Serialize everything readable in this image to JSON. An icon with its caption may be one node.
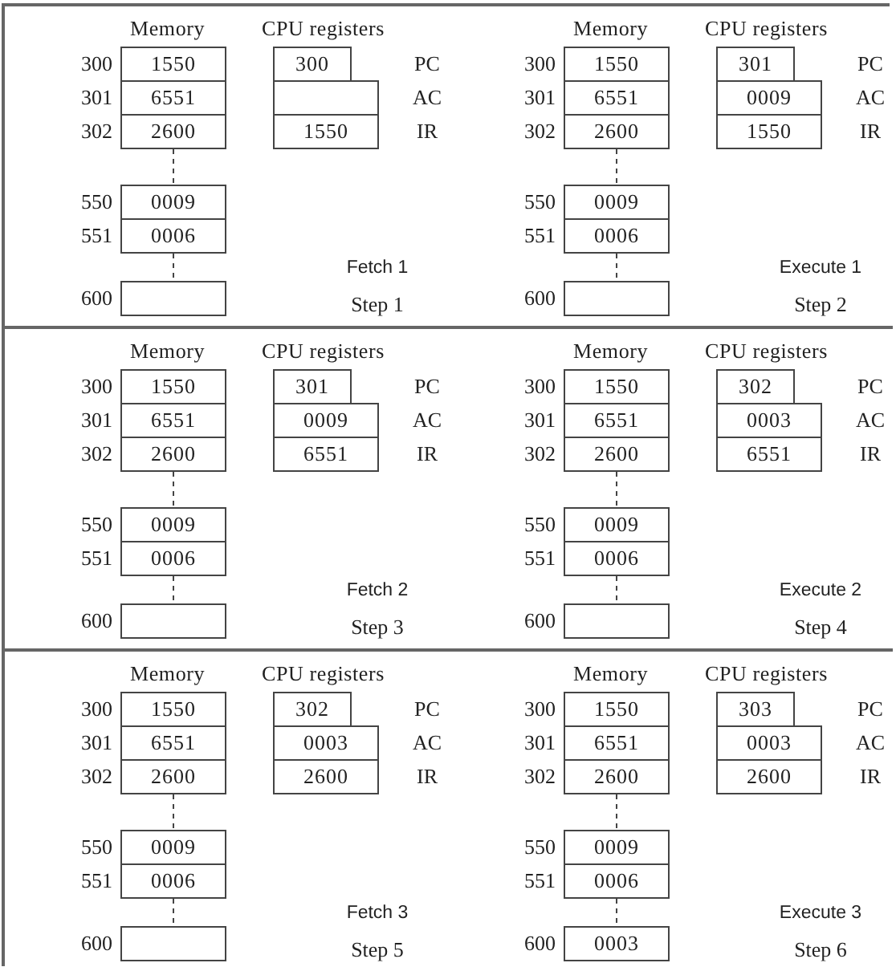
{
  "diagram": {
    "nodes": [
      {
        "text": [
          "Memory",
          "CPU registers",
          "Fetch 1",
          "Step 1"
        ]
      },
      {
        "text": [
          "1550"
        ],
        "in": 0,
        "beside": [
          "300"
        ]
      },
      {
        "text": [
          "6551"
        ],
        "in": 0,
        "beside": [
          "301"
        ]
      },
      {
        "text": [
          "2600"
        ],
        "in": 0,
        "beside": [
          "302"
        ]
      },
      {
        "text": [
          "0009"
        ],
        "in": 0,
        "beside": [
          "550"
        ]
      },
      {
        "text": [
          "0006"
        ],
        "in": 0,
        "beside": [
          "551"
        ]
      },
      {
        "text": [],
        "shape": "box",
        "in": 0,
        "beside": [
          "600"
        ]
      },
      {
        "text": [
          "300"
        ],
        "in": 0
      },
      {
        "text": [],
        "shape": "box",
        "in": 0
      },
      {
        "text": [
          "1550"
        ],
        "in": 0
      },
      {
        "text": [
          "Memory",
          "CPU registers",
          "Execute 1",
          "Step 2"
        ]
      },
      {
        "text": [
          "1550"
        ],
        "in": 10,
        "beside": [
          "300"
        ]
      },
      {
        "text": [
          "6551"
        ],
        "in": 10,
        "beside": [
          "301"
        ]
      },
      {
        "text": [
          "2600"
        ],
        "in": 10,
        "beside": [
          "302"
        ]
      },
      {
        "text": [
          "0009"
        ],
        "in": 10,
        "beside": [
          "550"
        ]
      },
      {
        "text": [
          "0006"
        ],
        "in": 10,
        "beside": [
          "551"
        ]
      },
      {
        "text": [],
        "shape": "box",
        "in": 10,
        "beside": [
          "600"
        ]
      },
      {
        "text": [
          "301"
        ],
        "in": 10
      },
      {
        "text": [
          "0009"
        ],
        "in": 10
      },
      {
        "text": [
          "1550"
        ],
        "in": 10
      },
      {
        "text": [
          "Memory",
          "CPU registers",
          "Fetch 2",
          "Step 3"
        ]
      },
      {
        "text": [
          "1550"
        ],
        "in": 20,
        "beside": [
          "300"
        ]
      },
      {
        "text": [
          "6551"
        ],
        "in": 20,
        "beside": [
          "301"
        ]
      },
      {
        "text": [
          "2600"
        ],
        "in": 20,
        "beside": [
          "302"
        ]
      },
      {
        "text": [
          "0009"
        ],
        "in": 20,
        "beside": [
          "550"
        ]
      },
      {
        "text": [
          "0006"
        ],
        "in": 20,
        "beside": [
          "551"
        ]
      },
      {
        "text": [],
        "shape": "box",
        "in": 20,
        "beside": [
          "600"
        ]
      },
      {
        "text": [
          "301"
        ],
        "in": 20
      },
      {
        "text": [
          "0009"
        ],
        "in": 20
      },
      {
        "text": [
          "6551"
        ],
        "in": 20
      },
      {
        "text": [
          "Memory",
          "CPU registers",
          "Execute 2",
          "Step 4"
        ]
      },
      {
        "text": [
          "1550"
        ],
        "in": 30,
        "beside": [
          "300"
        ]
      },
      {
        "text": [
          "6551"
        ],
        "in": 30,
        "beside": [
          "301"
        ]
      },
      {
        "text": [
          "2600"
        ],
        "in": 30,
        "beside": [
          "302"
        ]
      },
      {
        "text": [
          "0009"
        ],
        "in": 30,
        "beside": [
          "550"
        ]
      },
      {
        "text": [
          "0006"
        ],
        "in": 30,
        "beside": [
          "551"
        ]
      },
      {
        "text": [],
        "shape": "box",
        "in": 30,
        "beside": [
          "600"
        ]
      },
      {
        "text": [
          "302"
        ],
        "in": 30
      },
      {
        "text": [
          "0003"
        ],
        "in": 30
      },
      {
        "text": [
          "6551"
        ],
        "in": 30
      },
      {
        "text": [
          "Memory",
          "CPU registers",
          "Fetch 3",
          "Step 5"
        ]
      },
      {
        "text": [
          "1550"
        ],
        "in": 40,
        "beside": [
          "300"
        ]
      },
      {
        "text": [
          "6551"
        ],
        "in": 40,
        "beside": [
          "301"
        ]
      },
      {
        "text": [
          "2600"
        ],
        "in": 40,
        "beside": [
          "302"
        ]
      },
      {
        "text": [
          "0009"
        ],
        "in": 40,
        "beside": [
          "550"
        ]
      },
      {
        "text": [
          "0006"
        ],
        "in": 40,
        "beside": [
          "551"
        ]
      },
      {
        "text": [],
        "shape": "box",
        "in": 40,
        "beside": [
          "600"
        ]
      },
      {
        "text": [
          "302"
        ],
        "in": 40
      },
      {
        "text": [
          "0003"
        ],
        "in": 40
      },
      {
        "text": [
          "2600"
        ],
        "in": 40
      },
      {
        "text": [
          "Memory",
          "CPU registers",
          "Execute 3",
          "Step 6"
        ]
      },
      {
        "text": [
          "1550"
        ],
        "in": 50,
        "beside": [
          "300"
        ]
      },
      {
        "text": [
          "6551"
        ],
        "in": 50,
        "beside": [
          "301"
        ]
      },
      {
        "text": [
          "2600"
        ],
        "in": 50,
        "beside": [
          "302"
        ]
      },
      {
        "text": [
          "0009"
        ],
        "in": 50,
        "beside": [
          "550"
        ]
      },
      {
        "text": [
          "0006"
        ],
        "in": 50,
        "beside": [
          "551"
        ]
      },
      {
        "text": [
          "0003"
        ],
        "in": 50,
        "beside": [
          "600"
        ]
      },
      {
        "text": [
          "303"
        ],
        "in": 50
      },
      {
        "text": [
          "0003"
        ],
        "in": 50
      },
      {
        "text": [
          "2600"
        ],
        "in": 50
      }
    ],
    "edges": [
      {
        "from": 3,
        "to": 4,
        "arrow": "none",
        "style": "dashed"
      },
      {
        "from": 5,
        "to": 6,
        "arrow": "none",
        "style": "dashed"
      },
      {
        "from": 13,
        "to": 14,
        "arrow": "none",
        "style": "dashed"
      },
      {
        "from": 15,
        "to": 16,
        "arrow": "none",
        "style": "dashed"
      },
      {
        "from": 23,
        "to": 24,
        "arrow": "none",
        "style": "dashed"
      },
      {
        "from": 25,
        "to": 26,
        "arrow": "none",
        "style": "dashed"
      },
      {
        "from": 33,
        "to": 34,
        "arrow": "none",
        "style": "dashed"
      },
      {
        "from": 35,
        "to": 36,
        "arrow": "none",
        "style": "dashed"
      },
      {
        "from": 43,
        "to": 44,
        "arrow": "none",
        "style": "dashed"
      },
      {
        "from": 45,
        "to": 46,
        "arrow": "none",
        "style": "dashed"
      },
      {
        "from": 53,
        "to": 54,
        "arrow": "none",
        "style": "dashed"
      },
      {
        "from": 55,
        "to": 56,
        "arrow": "none",
        "style": "dashed"
      }
    ],
    "labels": [
      "PC",
      "AC",
      "IR",
      "PC",
      "AC",
      "IR",
      "PC",
      "AC",
      "IR",
      "PC",
      "AC",
      "IR",
      "PC",
      "AC",
      "IR",
      "PC",
      "AC",
      "IR"
    ]
  }
}
